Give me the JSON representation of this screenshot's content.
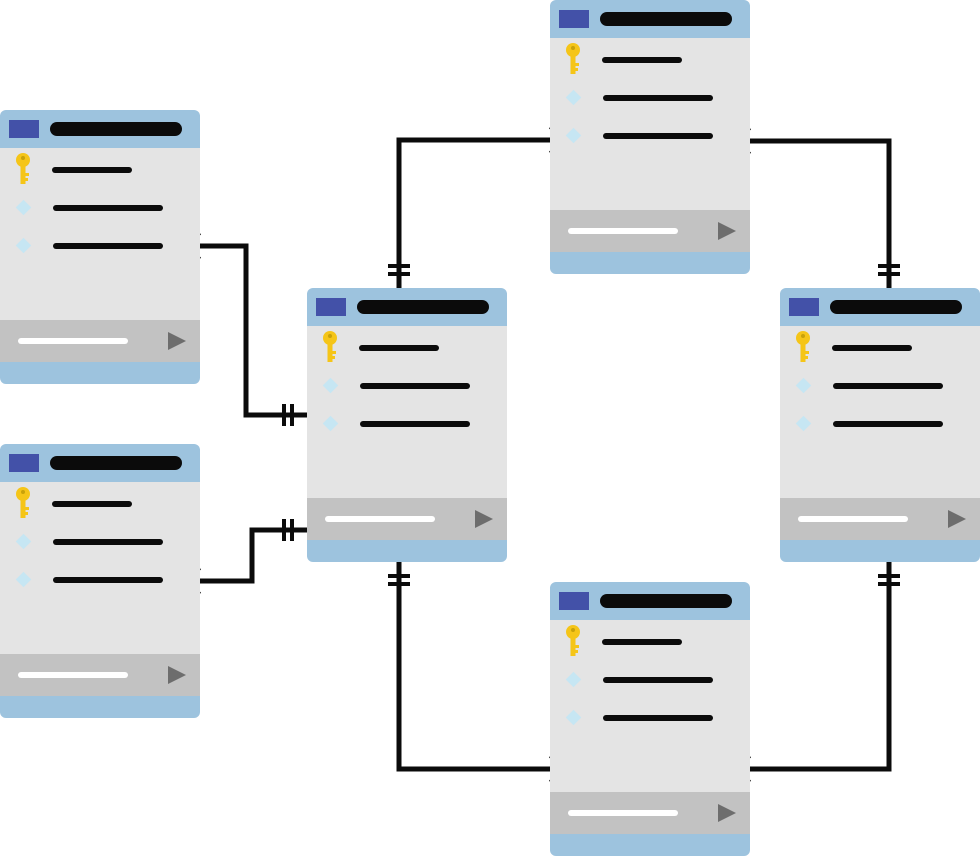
{
  "diagram": {
    "kind": "entity-relationship",
    "colors": {
      "header": "#9dc3de",
      "table_icon": "#4351a8",
      "title_bar": "#0b0b0b",
      "body": "#e4e4e4",
      "footer": "#c2c2c2",
      "footer_line": "#ffffff",
      "play_icon": "#6d6d6d",
      "key_icon": "#f5c518",
      "attribute_icon": "#c6e6f3",
      "connector": "#0b0b0b"
    },
    "tables": [
      {
        "id": "left-top",
        "fields": [
          {
            "icon": "key-icon"
          },
          {
            "icon": "attribute-icon"
          },
          {
            "icon": "attribute-icon"
          }
        ]
      },
      {
        "id": "left-bottom",
        "fields": [
          {
            "icon": "key-icon"
          },
          {
            "icon": "attribute-icon"
          },
          {
            "icon": "attribute-icon"
          }
        ]
      },
      {
        "id": "center",
        "fields": [
          {
            "icon": "key-icon"
          },
          {
            "icon": "attribute-icon"
          },
          {
            "icon": "attribute-icon"
          }
        ]
      },
      {
        "id": "top",
        "fields": [
          {
            "icon": "key-icon"
          },
          {
            "icon": "attribute-icon"
          },
          {
            "icon": "attribute-icon"
          }
        ]
      },
      {
        "id": "right",
        "fields": [
          {
            "icon": "key-icon"
          },
          {
            "icon": "attribute-icon"
          },
          {
            "icon": "attribute-icon"
          }
        ]
      },
      {
        "id": "bottom",
        "fields": [
          {
            "icon": "key-icon"
          },
          {
            "icon": "attribute-icon"
          },
          {
            "icon": "attribute-icon"
          }
        ]
      }
    ],
    "relationships": [
      {
        "from": "center",
        "from_end": "one-and-only-one",
        "to": "left-top",
        "to_end": "one-or-many"
      },
      {
        "from": "center",
        "from_end": "one-and-only-one",
        "to": "left-bottom",
        "to_end": "one-or-many"
      },
      {
        "from": "center",
        "from_end": "one-and-only-one",
        "to": "top",
        "to_end": "one-or-many"
      },
      {
        "from": "center",
        "from_end": "one-and-only-one",
        "to": "bottom",
        "to_end": "one-or-many"
      },
      {
        "from": "right",
        "from_end": "one-and-only-one",
        "to": "top",
        "to_end": "one-or-many"
      },
      {
        "from": "right",
        "from_end": "one-and-only-one",
        "to": "bottom",
        "to_end": "one-or-many"
      }
    ]
  }
}
